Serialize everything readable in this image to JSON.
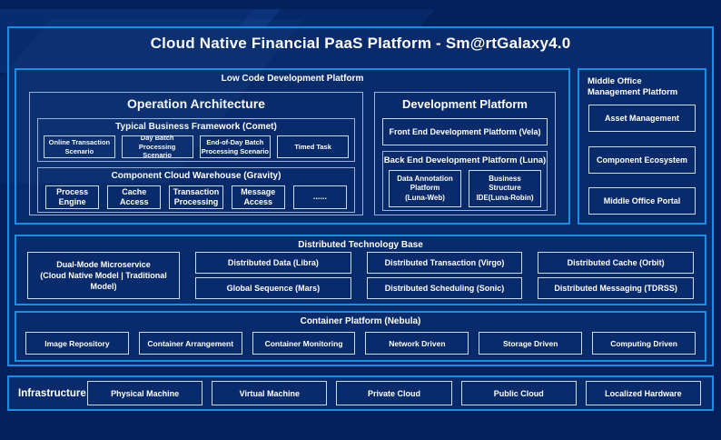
{
  "colors": {
    "page_background": "#02205c",
    "panel_background": "#0a2b6b",
    "accent_border": "#1b8de4",
    "mid_border": "#9db3d8",
    "leaf_border": "#cdd9ec",
    "text": "#ffffff"
  },
  "title": "Cloud Native Financial PaaS Platform - Sm@rtGalaxy4.0",
  "low_code": {
    "label": "Low Code Development Platform",
    "operation_architecture": {
      "title": "Operation Architecture",
      "typical_business": {
        "label": "Typical Business Framework (Comet)",
        "items": [
          "Online Transaction\nScenario",
          "Day Batch Processing\nScenario",
          "End-of-Day Batch\nProcessing Scenario",
          "Timed Task"
        ]
      },
      "component_cloud": {
        "label": "Component Cloud Warehouse (Gravity)",
        "items": [
          "Process\nEngine",
          "Cache\nAccess",
          "Transaction\nProcessing",
          "Message\nAccess",
          "......"
        ]
      }
    },
    "development_platform": {
      "title": "Development Platform",
      "front_end": "Front End Development Platform (Vela)",
      "back_end": {
        "label": "Back End Development Platform (Luna)",
        "items": [
          "Data Annotation\nPlatform\n(Luna-Web)",
          "Business\nStructure\nIDE(Luna-Robin)"
        ]
      }
    }
  },
  "middle_office": {
    "label": "Middle Office Management Platform",
    "items": [
      "Asset Management",
      "Component Ecosystem",
      "Middle Office Portal"
    ]
  },
  "distributed": {
    "label": "Distributed Technology Base",
    "dual_mode": "Dual-Mode Microservice\n(Cloud Native Model | Traditional\nModel)",
    "columns": [
      [
        "Distributed Data (Libra)",
        "Global Sequence (Mars)"
      ],
      [
        "Distributed Transaction (Virgo)",
        "Distributed Scheduling (Sonic)"
      ],
      [
        "Distributed Cache (Orbit)",
        "Distributed Messaging (TDRSS)"
      ]
    ]
  },
  "container_platform": {
    "label": "Container Platform (Nebula)",
    "items": [
      "Image Repository",
      "Container Arrangement",
      "Container Monitoring",
      "Network Driven",
      "Storage Driven",
      "Computing Driven"
    ]
  },
  "infrastructure": {
    "label": "Infrastructure",
    "items": [
      "Physical Machine",
      "Virtual Machine",
      "Private Cloud",
      "Public Cloud",
      "Localized Hardware"
    ]
  }
}
